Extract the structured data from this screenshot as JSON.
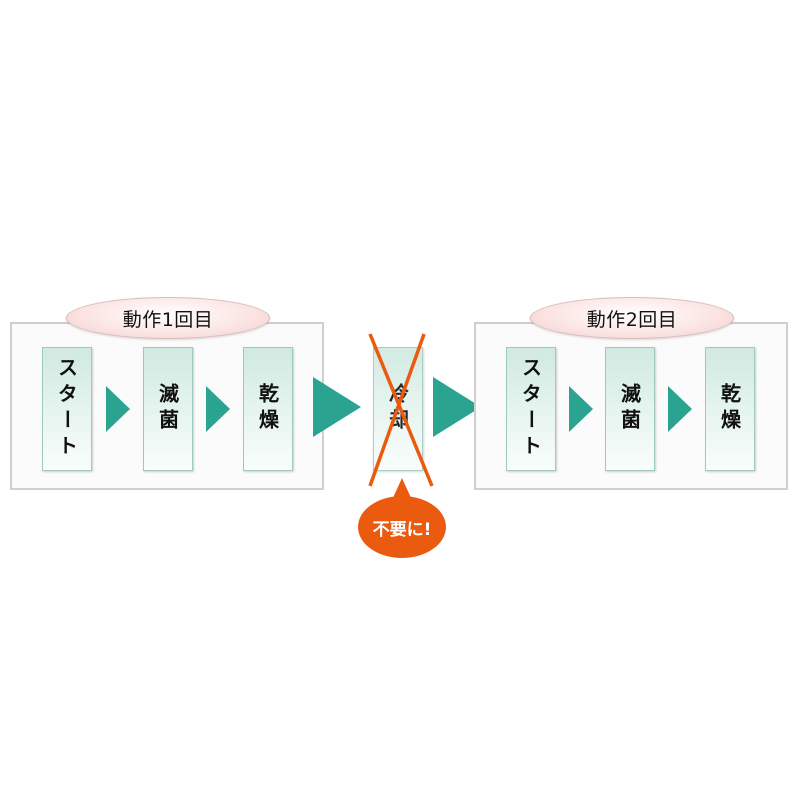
{
  "cycles": [
    {
      "label": "動作1回目",
      "steps": [
        "スタート",
        "滅菌",
        "乾燥"
      ]
    },
    {
      "label": "動作2回目",
      "steps": [
        "スタート",
        "滅菌",
        "乾燥"
      ]
    }
  ],
  "removed_step": {
    "label": "冷却",
    "badge": "不要に!"
  },
  "colors": {
    "arrow": "#2aa391",
    "cross": "#ea5a0f",
    "badge": "#ea5a0f",
    "step_fill": "#cfe9e1",
    "label_fill": "#fbe6e4"
  }
}
